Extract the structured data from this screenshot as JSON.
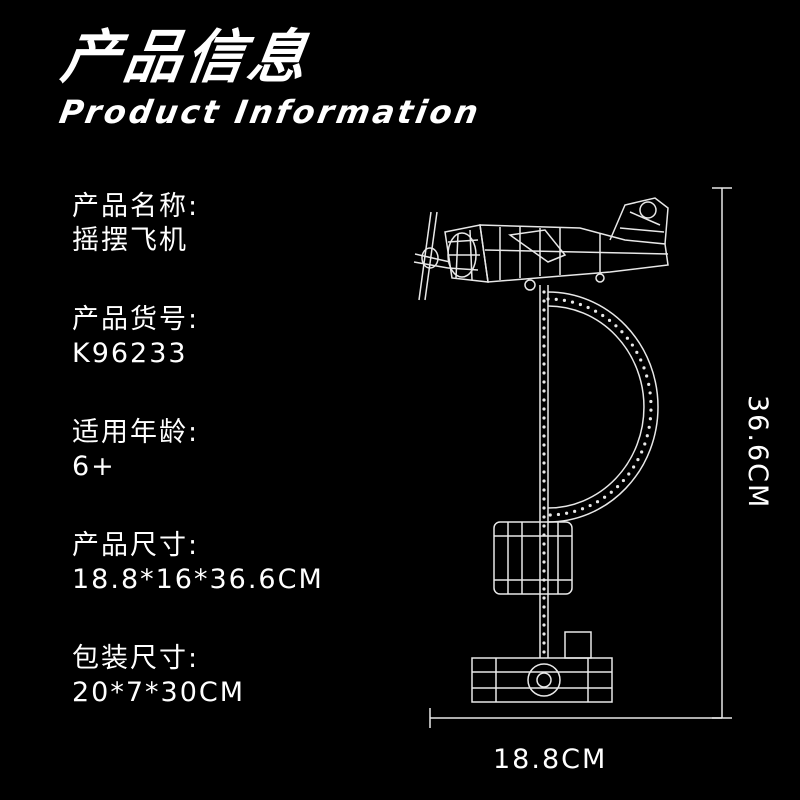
{
  "header": {
    "title_cn": "产品信息",
    "title_en": "Product Information"
  },
  "info": [
    {
      "label": "产品名称:",
      "value": "摇摆飞机"
    },
    {
      "label": "产品货号:",
      "value": "K96233"
    },
    {
      "label": "适用年龄:",
      "value": "6+"
    },
    {
      "label": "产品尺寸:",
      "value": "18.8*16*36.6CM"
    },
    {
      "label": "包装尺寸:",
      "value": "20*7*30CM"
    }
  ],
  "dimensions": {
    "height": "36.6CM",
    "width": "18.8CM"
  },
  "colors": {
    "background": "#000000",
    "text": "#ffffff",
    "line": "#e8e8e8"
  },
  "icons": {
    "product": "swinging-airplane-model-icon"
  }
}
